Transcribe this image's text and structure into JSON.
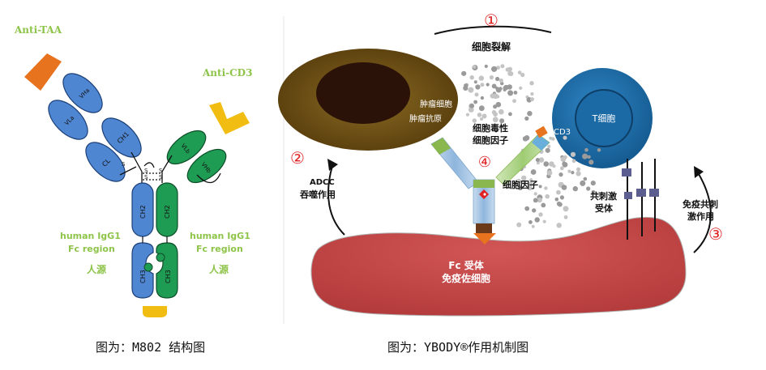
{
  "left_figure": {
    "anti_taa": "Anti-TAA",
    "anti_cd3": "Anti-CD3",
    "domains": {
      "vha": "VHa",
      "vla": "VLa",
      "ch1": "CH1",
      "cl": "CL",
      "vlb": "VLb",
      "vhb": "VHb",
      "ch2_left": "CH2",
      "ch2_right": "CH2",
      "ch3_left": "CH3",
      "ch3_right": "CH3"
    },
    "disulfide": "S",
    "fc_left": [
      "human IgG1",
      "Fc region",
      "人源"
    ],
    "fc_right": [
      "human IgG1",
      "Fc region",
      "人源"
    ],
    "caption": "图为：M802 结构图"
  },
  "right_figure": {
    "n1": "①",
    "n2": "②",
    "n3": "③",
    "n4": "④",
    "cell_lysis": "细胞裂解",
    "tumor_cell": "肿瘤细胞",
    "tumor_antigen": "肿瘤抗原",
    "cytotoxic": [
      "细胞毒性",
      "细胞因子"
    ],
    "cytokine": "细胞因子",
    "t_cell": "T细胞",
    "cd3": "CD3",
    "costim_receptor": [
      "共刺激",
      "受体"
    ],
    "immune_costim": [
      "免疫共刺",
      "激作用"
    ],
    "adcc": [
      "ADCC",
      "吞噬作用"
    ],
    "fc_receptor": "Fc 受体",
    "immune_cell": "免疫佐细胞",
    "caption": "图为：YBODY®作用机制图"
  },
  "colors": {
    "blue_domain": "#4f86d1",
    "green_domain": "#1f9c54",
    "orange_antigen": "#e8731e",
    "yellow_antigen": "#f2bd12",
    "label_green": "#8ec44a",
    "tumor_cell": "#6b4c12",
    "t_cell": "#1b6aa6",
    "immune_cell": "#c24646",
    "marker_red": "#e02020"
  }
}
